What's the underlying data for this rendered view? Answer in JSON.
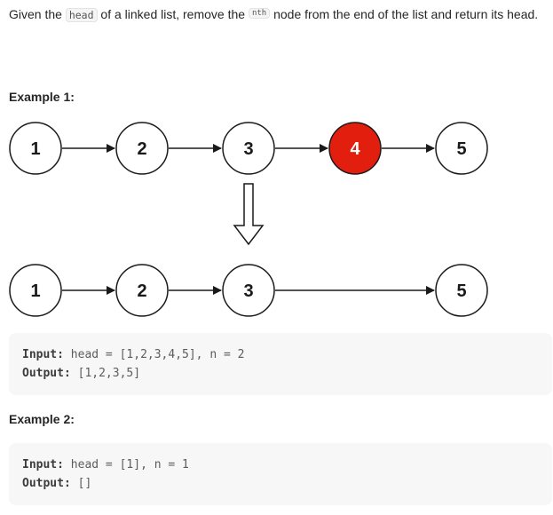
{
  "description": {
    "part1": "Given the ",
    "code_head": "head",
    "part2": " of a linked list, remove the ",
    "code_nth": "nth",
    "part3": " node from the end of the list and return its head."
  },
  "examples": [
    {
      "title": "Example 1:",
      "before_nodes": [
        "1",
        "2",
        "3",
        "4",
        "5"
      ],
      "removed_node": "4",
      "after_nodes": [
        "1",
        "2",
        "3",
        "5"
      ],
      "input_label": "Input:",
      "input_value": "head = [1,2,3,4,5], n = 2",
      "output_label": "Output:",
      "output_value": "[1,2,3,5]"
    },
    {
      "title": "Example 2:",
      "input_label": "Input:",
      "input_value": "head = [1], n = 1",
      "output_label": "Output:",
      "output_value": "[]"
    }
  ],
  "colors": {
    "highlight_node": "#e21f0f",
    "node_stroke": "#1a1a1a",
    "code_background": "#f7f7f7"
  }
}
